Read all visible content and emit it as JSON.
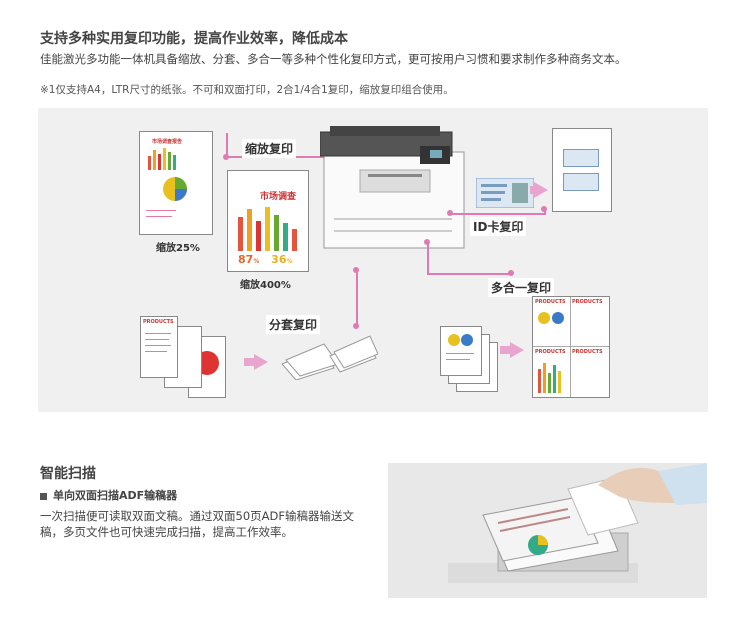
{
  "copy_section": {
    "title": "支持多种实用复印功能，提高作业效率，降低成本",
    "desc": "佳能激光多功能一体机具备缩放、分套、多合一等多种个性化复印方式，更可按用户习惯和要求制作多种商务文本。",
    "note": "※1仅支持A4，LTR尺寸的纸张。不可和双面打印，2合1/4合1复印，缩放复印组合使用。"
  },
  "diagram": {
    "zoom_label": "缩放复印",
    "id_label": "ID卡复印",
    "multi_label": "多合一复印",
    "sort_label": "分套复印",
    "caption_25": "缩放25%",
    "caption_400": "缩放400%",
    "market_title": "市场调查",
    "market_title_small": "市场调查报告",
    "pct1": "87",
    "pct1_unit": "%",
    "pct2": "36",
    "pct2_unit": "%",
    "products": "PRODUCTS"
  },
  "scan_section": {
    "title": "智能扫描",
    "subtitle": "单向双面扫描ADF输稿器",
    "desc": "一次扫描便可读取双面文稿。通过双面50页ADF输稿器输送文稿，多页文件也可快速完成扫描，提高工作效率。"
  },
  "colors": {
    "accent_pink": "#e07ab4",
    "panel_bg": "#f0f0f0",
    "text": "#444444"
  }
}
